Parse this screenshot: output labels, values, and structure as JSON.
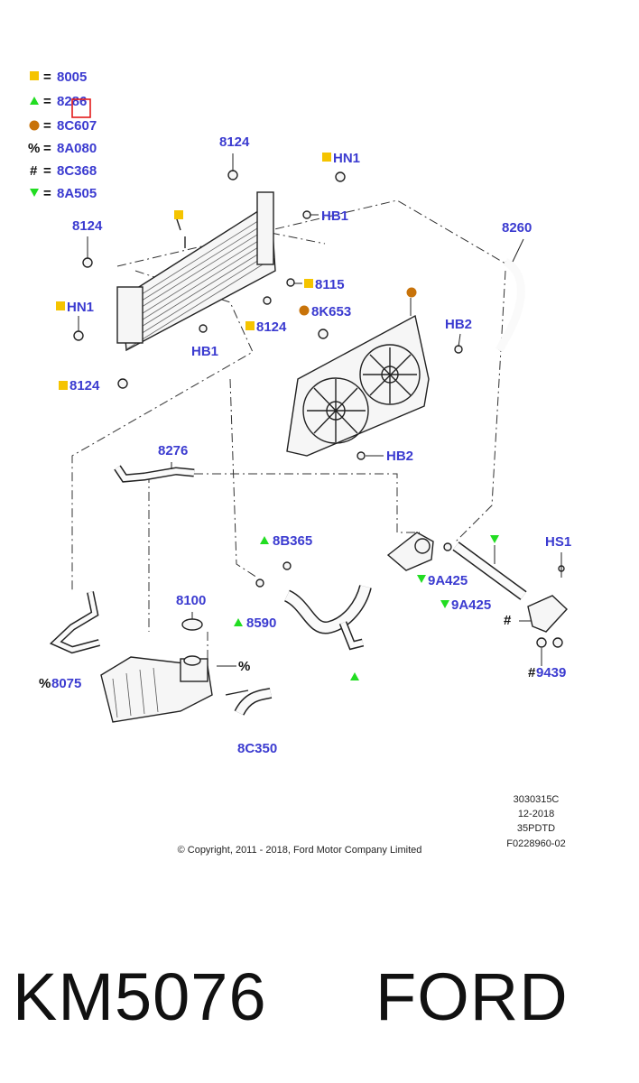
{
  "colors": {
    "label": "#3b3bd0",
    "square": "#f5c400",
    "triangle_up": "#22dd22",
    "circle": "#c8730a",
    "triangle_down": "#22dd22",
    "highlight_box": "#e21b1b"
  },
  "legend": [
    {
      "symbol": "square-icon",
      "eq": "=",
      "code": "8005"
    },
    {
      "symbol": "triangle-up-icon",
      "eq": "=",
      "code": "8286"
    },
    {
      "symbol": "circle-icon",
      "eq": "=",
      "code": "8C607"
    },
    {
      "symbol": "%",
      "eq": "=",
      "code": "8A080"
    },
    {
      "symbol": "#",
      "eq": "=",
      "code": "8C368"
    },
    {
      "symbol": "triangle-down-icon",
      "eq": "=",
      "code": "8A505"
    }
  ],
  "labels": {
    "l8124_top": "8124",
    "hn1_top": "HN1",
    "hb1_top": "HB1",
    "l8124_left": "8124",
    "l8260": "8260",
    "l8115": "8115",
    "hn1_left": "HN1",
    "l8k653": "8K653",
    "hb2_top": "HB2",
    "l8124_mid": "8124",
    "hb1_mid": "HB1",
    "l8124_bottom": "8124",
    "hb2_mid": "HB2",
    "l8276": "8276",
    "l8b365": "8B365",
    "hs1": "HS1",
    "l9a425_a": "9A425",
    "l9a425_b": "9A425",
    "l8100": "8100",
    "l8590": "8590",
    "pct": "%",
    "hash_right": "#",
    "l8075": "8075",
    "pct_8075": "%",
    "l9439": "9439",
    "hash_9439": "#",
    "l8c350": "8C350"
  },
  "meta": {
    "ref1": "3030315C",
    "ref2": "12-2018",
    "ref3": "35PDTD",
    "ref4": "F0228960-02",
    "copyright": "© Copyright, 2011 - 2018, Ford Motor Company Limited"
  },
  "caption": {
    "part_number": "KM5076",
    "brand": "FORD"
  }
}
